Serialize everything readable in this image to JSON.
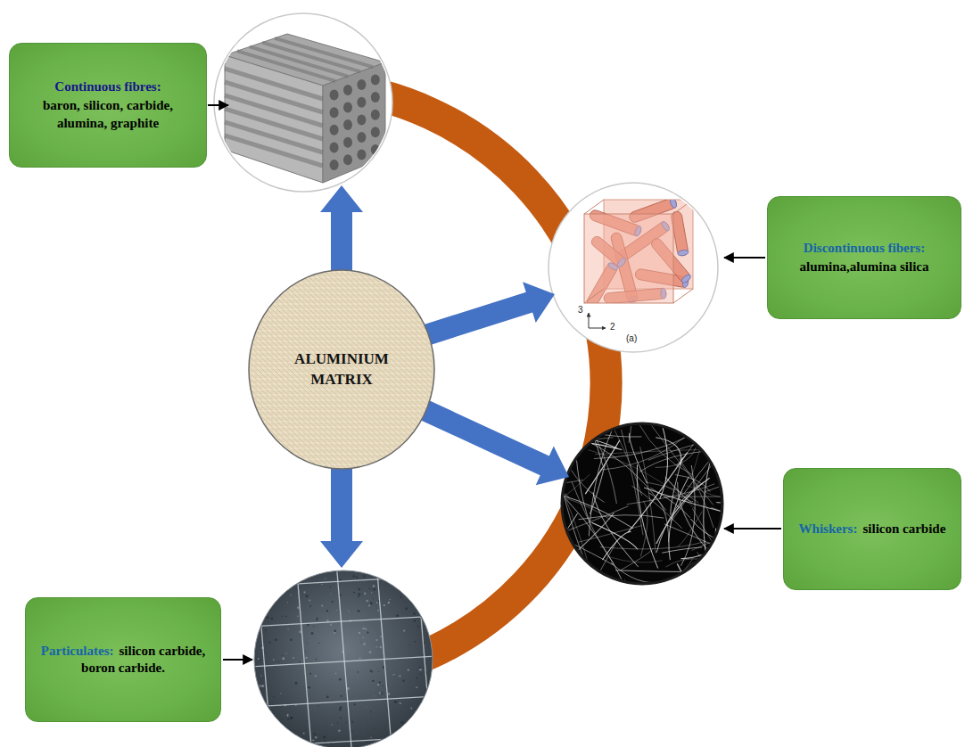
{
  "diagram": {
    "nodes": [
      {
        "text": [
          "Continuous fibres:",
          "baron, silicon, carbide, alumina, graphite"
        ]
      },
      {
        "text": [
          "Discontinuous fibers:",
          "alumina,alumina silica"
        ]
      },
      {
        "text": [
          "ALUMINIUM MATRIX"
        ]
      },
      {
        "text": [
          "Whiskers:",
          "silicon carbide"
        ]
      },
      {
        "text": [
          "Particulates:",
          "silicon carbide, boron carbide."
        ]
      }
    ],
    "labels": [
      "3",
      "2",
      "(a)"
    ]
  }
}
